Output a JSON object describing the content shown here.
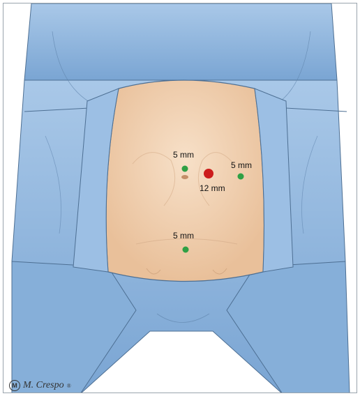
{
  "colors": {
    "drape": "#8fb5dc",
    "drape_dark": "#6f98c6",
    "skin": "#f2d3b6",
    "port_small": "#2fa045",
    "port_large": "#cc1c1c"
  },
  "ports": [
    {
      "name": "port-left",
      "label": "5 mm",
      "color": "#2fa045"
    },
    {
      "name": "port-umbilical",
      "label": "12 mm",
      "color": "#cc1c1c"
    },
    {
      "name": "port-right",
      "label": "5 mm",
      "color": "#2fa045"
    },
    {
      "name": "port-suprapubic",
      "label": "5 mm",
      "color": "#2fa045"
    }
  ],
  "signature": {
    "initial": "M",
    "text": "M. Crespo",
    "symbol": "®"
  }
}
